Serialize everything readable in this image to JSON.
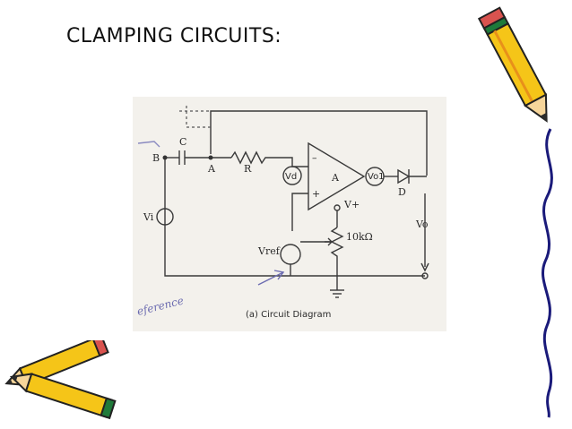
{
  "slide": {
    "title": "CLAMPING CIRCUITS:"
  },
  "figure": {
    "caption": "(a) Circuit Diagram",
    "labels": {
      "node_b": "B",
      "node_a": "A",
      "capacitor": "C",
      "resistor": "R",
      "input": "Vi",
      "opamp": "A",
      "vd": "Vd",
      "vo1": "Vo1",
      "diode": "D",
      "vplus": "V+",
      "pot": "10kΩ",
      "vref": "Vref",
      "output": "Vo",
      "minus": "–",
      "plus": "+"
    },
    "handwriting": "eference"
  },
  "colors": {
    "pencil_yellow": "#f5c518",
    "pencil_orange": "#e8901a",
    "pencil_tip": "#2b2b2b",
    "pencil_eraser": "#d9534f",
    "pencil_band": "#1f7a3a"
  }
}
